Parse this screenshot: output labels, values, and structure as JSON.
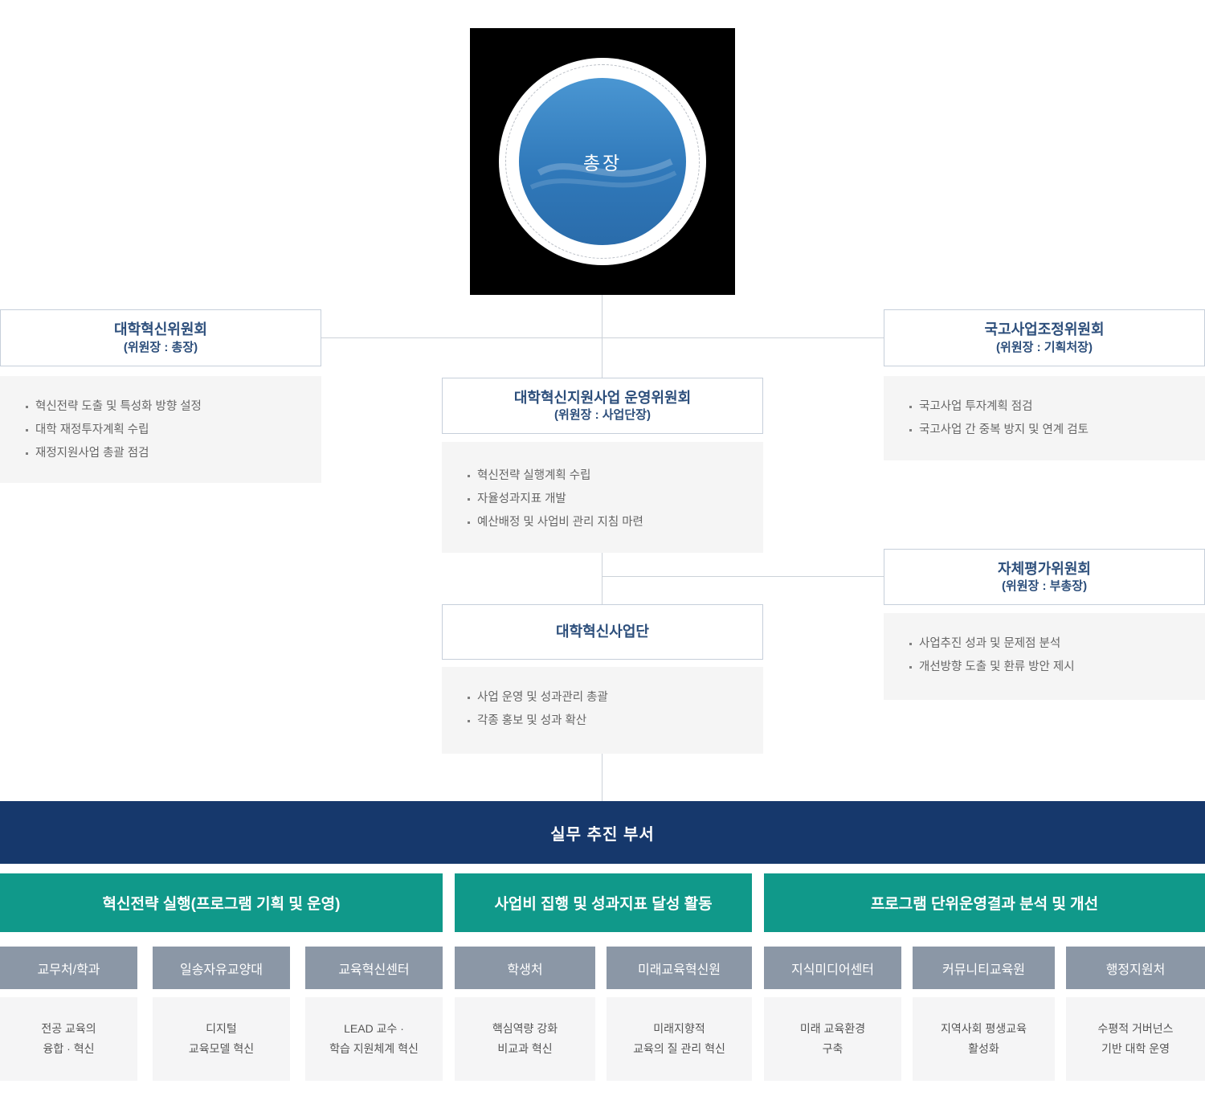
{
  "president": {
    "label": "총장"
  },
  "committees": {
    "innovation": {
      "title": "대학혁신위원회",
      "subtitle": "(위원장 : 총장)",
      "items": [
        "혁신전략 도출 및 특성화 방향 설정",
        "대학 재정투자계획 수립",
        "재정지원사업 총괄 점검"
      ]
    },
    "coordination": {
      "title": "국고사업조정위원회",
      "subtitle": "(위원장 : 기획처장)",
      "items": [
        "국고사업 투자계획 점검",
        "국고사업 간 중복 방지 및 연계 검토"
      ]
    },
    "operation": {
      "title": "대학혁신지원사업 운영위원회",
      "subtitle": "(위원장 : 사업단장)",
      "items": [
        "혁신전략 실행계획 수립",
        "자율성과지표 개발",
        "예산배정 및 사업비 관리 지침 마련"
      ]
    },
    "self_evaluation": {
      "title": "자체평가위원회",
      "subtitle": "(위원장 : 부총장)",
      "items": [
        "사업추진 성과 및 문제점 분석",
        "개선방향 도출 및 환류 방안 제시"
      ]
    },
    "task_force": {
      "title": "대학혁신사업단",
      "items": [
        "사업 운영 및 성과관리 총괄",
        "각종 홍보 및 성과 확산"
      ]
    }
  },
  "working_section": {
    "title": "실무 추진 부서"
  },
  "groups": [
    {
      "header": "혁신전략 실행(프로그램 기획 및 운영)",
      "departments": [
        {
          "name": "교무처/학과",
          "desc_line1": "전공 교육의",
          "desc_line2": "융합 · 혁신"
        },
        {
          "name": "일송자유교양대",
          "desc_line1": "디지털",
          "desc_line2": "교육모델 혁신"
        },
        {
          "name": "교육혁신센터",
          "desc_line1": "LEAD 교수 ·",
          "desc_line2": "학습 지원체계 혁신"
        }
      ]
    },
    {
      "header": "사업비 집행 및 성과지표 달성 활동",
      "departments": [
        {
          "name": "학생처",
          "desc_line1": "핵심역량 강화",
          "desc_line2": "비교과 혁신"
        },
        {
          "name": "미래교육혁신원",
          "desc_line1": "미래지향적",
          "desc_line2": "교육의 질 관리 혁신"
        }
      ]
    },
    {
      "header": "프로그램 단위운영결과 분석 및 개선",
      "departments": [
        {
          "name": "지식미디어센터",
          "desc_line1": "미래 교육환경",
          "desc_line2": "구축"
        },
        {
          "name": "커뮤니티교육원",
          "desc_line1": "지역사회 평생교육",
          "desc_line2": "활성화"
        },
        {
          "name": "행정지원처",
          "desc_line1": "수평적 거버넌스",
          "desc_line2": "기반 대학 운영"
        }
      ]
    }
  ],
  "colors": {
    "navy_bar": "#16386c",
    "teal_header": "#10998a",
    "dept_header": "#8b97a6",
    "title_navy": "#2c4e7b",
    "panel_bg": "#f5f5f5",
    "circle_blue": "#3079ba",
    "line": "#ccd2d9"
  }
}
